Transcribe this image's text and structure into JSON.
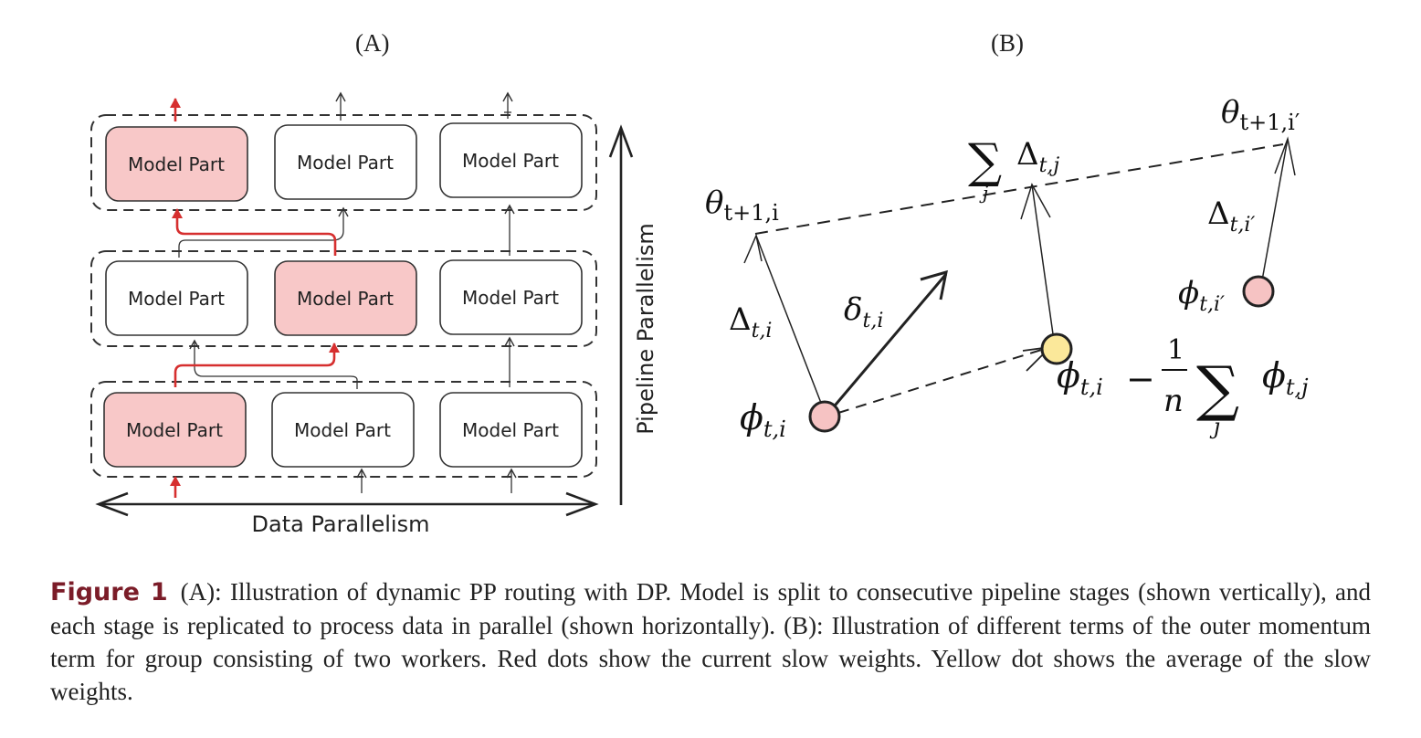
{
  "panels": {
    "a_label": "(A)",
    "b_label": "(B)"
  },
  "panel_a": {
    "box_label": "Model Part",
    "x_axis_label": "Data Parallelism",
    "y_axis_label": "Pipeline Parallelism",
    "highlight_color": "#f8c8c8",
    "route_color": "#d62f2f"
  },
  "panel_b": {
    "theta_i": "θ",
    "theta_i_sub": "t+1,i",
    "theta_ip": "θ",
    "theta_ip_sub": "t+1,i′",
    "sum_delta_sym": "∑",
    "sum_delta_term": "Δ",
    "sum_delta_term_sub": "t,j",
    "sum_delta_index": "j",
    "delta_i": "Δ",
    "delta_i_sub": "t,i",
    "delta_ip": "Δ",
    "delta_ip_sub": "t,i′",
    "small_delta": "δ",
    "small_delta_sub": "t,i",
    "phi_i": "ϕ",
    "phi_i_sub": "t,i",
    "phi_ip": "ϕ",
    "phi_ip_sub": "t,i′",
    "avg_phi": "ϕ",
    "avg_phi_sub": "t,i",
    "avg_minus": "−",
    "avg_frac_num": "1",
    "avg_frac_den": "n",
    "avg_sum": "∑",
    "avg_sum_index": "j",
    "avg_phi_j": "ϕ",
    "avg_phi_j_sub": "t,j",
    "red_dot_color": "#f6c3c3",
    "yellow_dot_color": "#fbe89a"
  },
  "caption": {
    "figure_label": "Figure 1",
    "text": "(A): Illustration of dynamic PP routing with DP. Model is split to consecutive pipeline stages (shown vertically), and each stage is replicated to process data in parallel (shown horizontally). (B): Illustration of different terms of the outer momentum term for group consisting of two workers. Red dots show the current slow weights. Yellow dot shows the average of the slow weights."
  }
}
